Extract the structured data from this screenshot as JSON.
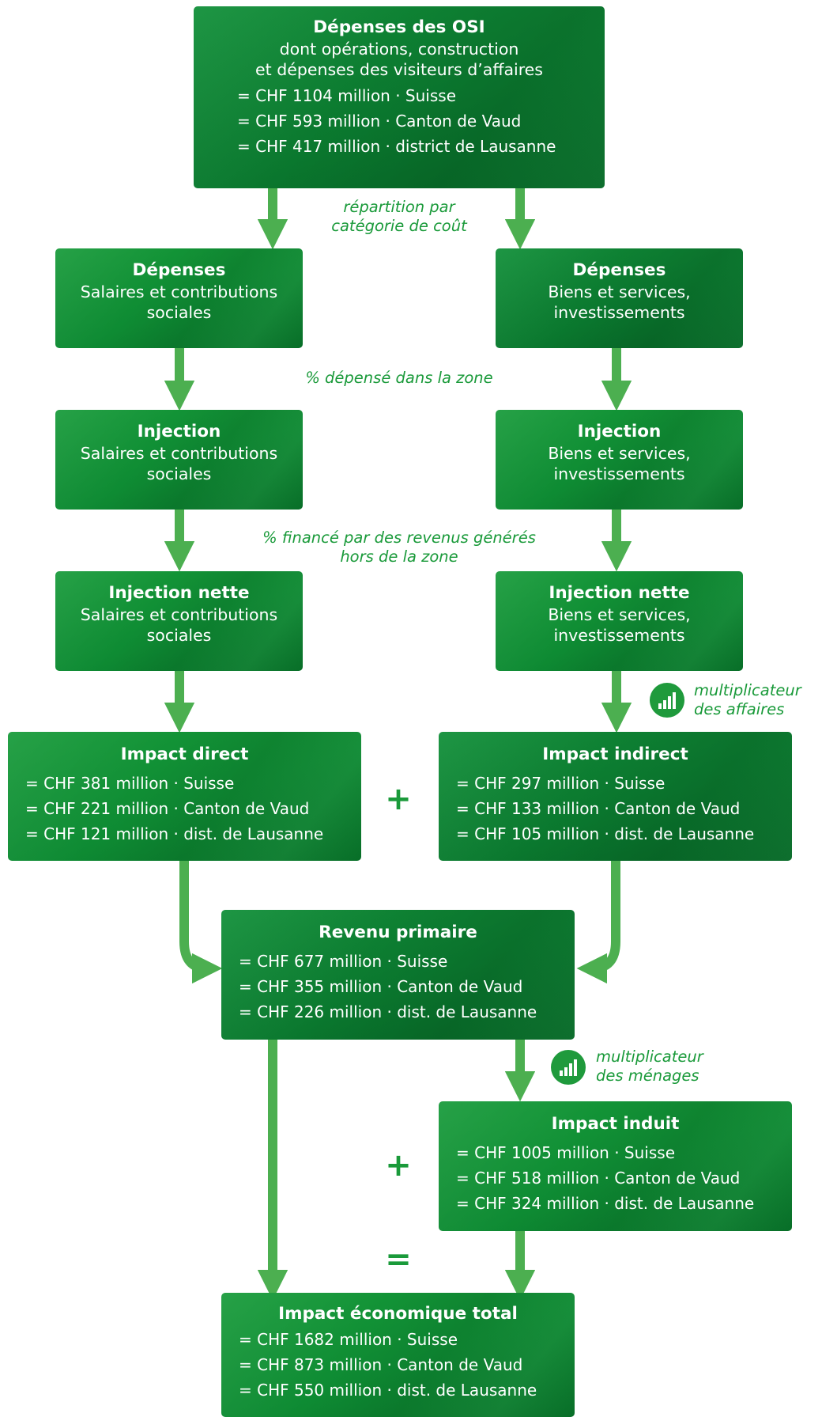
{
  "colors": {
    "box_green": "#0f8c34",
    "arrow_green": "#4caf50",
    "note_green": "#1a9a3a"
  },
  "top": {
    "title": "Dépenses des OSI",
    "sub1": "dont opérations, construction",
    "sub2": "et dépenses des visiteurs d’affaires",
    "values": [
      "= CHF 1104 million · Suisse",
      "= CHF 593 million · Canton de Vaud",
      "= CHF 417 million · district de Lausanne"
    ]
  },
  "notes": {
    "split_1": "répartition par",
    "split_2": "catégorie de coût",
    "spent": "% dépensé dans la zone",
    "funded_1": "% financé par des revenus générés",
    "funded_2": "hors de la zone",
    "business_mult_1": "multiplicateur",
    "business_mult_2": "des affaires",
    "household_mult_1": "multiplicateur",
    "household_mult_2": "des ménages"
  },
  "left_column": {
    "expenses": {
      "title": "Dépenses",
      "sub1": "Salaires et contributions",
      "sub2": "sociales"
    },
    "injection": {
      "title": "Injection",
      "sub1": "Salaires et contributions",
      "sub2": "sociales"
    },
    "net_injection": {
      "title": "Injection nette",
      "sub1": "Salaires et contributions",
      "sub2": "sociales"
    }
  },
  "right_column": {
    "expenses": {
      "title": "Dépenses",
      "sub1": "Biens et services,",
      "sub2": "investissements"
    },
    "injection": {
      "title": "Injection",
      "sub1": "Biens et services,",
      "sub2": "investissements"
    },
    "net_injection": {
      "title": "Injection nette",
      "sub1": "Biens et services,",
      "sub2": "investissements"
    }
  },
  "direct": {
    "title": "Impact direct",
    "values": [
      "= CHF 381 million · Suisse",
      "= CHF 221 million · Canton de Vaud",
      "= CHF 121 million · dist. de Lausanne"
    ]
  },
  "indirect": {
    "title": "Impact indirect",
    "values": [
      "= CHF 297 million · Suisse",
      "= CHF 133 million · Canton de Vaud",
      "= CHF 105 million · dist. de Lausanne"
    ]
  },
  "primary": {
    "title": "Revenu primaire",
    "values": [
      "= CHF 677 million · Suisse",
      "= CHF 355 million · Canton de Vaud",
      "= CHF 226 million · dist. de Lausanne"
    ]
  },
  "induced": {
    "title": "Impact induit",
    "values": [
      "= CHF 1005 million · Suisse",
      "= CHF 518 million · Canton de Vaud",
      "= CHF 324 million · dist. de Lausanne"
    ]
  },
  "total": {
    "title": "Impact économique total",
    "values": [
      "= CHF 1682 million · Suisse",
      "= CHF 873 million · Canton de Vaud",
      "= CHF 550 million · dist. de Lausanne"
    ]
  },
  "operators": {
    "plus": "+",
    "equals": "="
  },
  "icons": {
    "multiplier": "bar-chart-icon"
  }
}
